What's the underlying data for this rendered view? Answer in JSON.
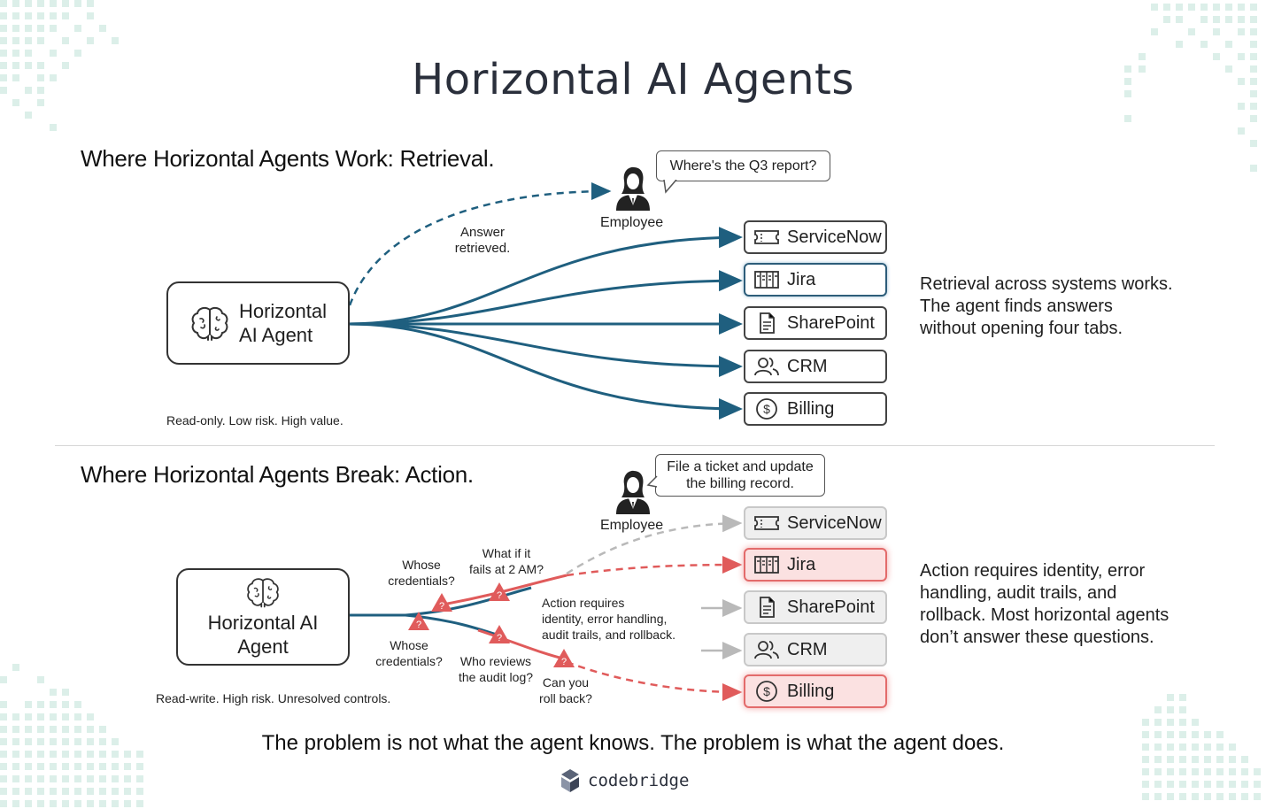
{
  "title": "Horizontal AI Agents",
  "retrieval": {
    "heading_bold": "Where Horizontal Agents Work:",
    "heading_rest": "Retrieval.",
    "agent_label_line1": "Horizontal",
    "agent_label_line2": "AI Agent",
    "employee_label": "Employee",
    "bubble": "Where's the Q3 report?",
    "answer_line1": "Answer",
    "answer_line2": "retrieved.",
    "caption": "Read-only. Low risk. High value.",
    "systems": [
      "ServiceNow",
      "Jira",
      "SharePoint",
      "CRM",
      "Billing"
    ],
    "side_text": [
      "Retrieval across systems works.",
      "The agent finds answers",
      "without opening four tabs."
    ]
  },
  "action": {
    "heading": "Where Horizontal Agents Break: Action.",
    "agent_label_line1": "Horizontal AI",
    "agent_label_line2": "Agent",
    "employee_label": "Employee",
    "bubble_line1": "File a ticket and update",
    "bubble_line2": "the billing record.",
    "caption": "Read-write. High risk. Unresolved controls.",
    "systems": [
      "ServiceNow",
      "Jira",
      "SharePoint",
      "CRM",
      "Billing"
    ],
    "questions": {
      "whose_top": [
        "Whose",
        "credentials?"
      ],
      "fails": [
        "What if it",
        "fails at 2 AM?"
      ],
      "whose_bottom": [
        "Whose",
        "credentials?"
      ],
      "audit": [
        "Who reviews",
        "the audit log?"
      ],
      "rollback": [
        "Can you",
        "roll back?"
      ],
      "requires": [
        "Action requires",
        "identity, error handling,",
        "audit trails, and rollback."
      ]
    },
    "side_text": [
      "Action requires identity, error",
      "handling, audit trails, and",
      "rollback. Most horizontal agents",
      "don’t answer these questions."
    ]
  },
  "footer": "The problem is not what the agent knows. The problem is what the agent does.",
  "brand": "codebridge",
  "colors": {
    "flow": "#1f5f7f",
    "danger": "#e05b5b",
    "muted": "#b9b9b9",
    "pixel": "#dcefe9"
  }
}
